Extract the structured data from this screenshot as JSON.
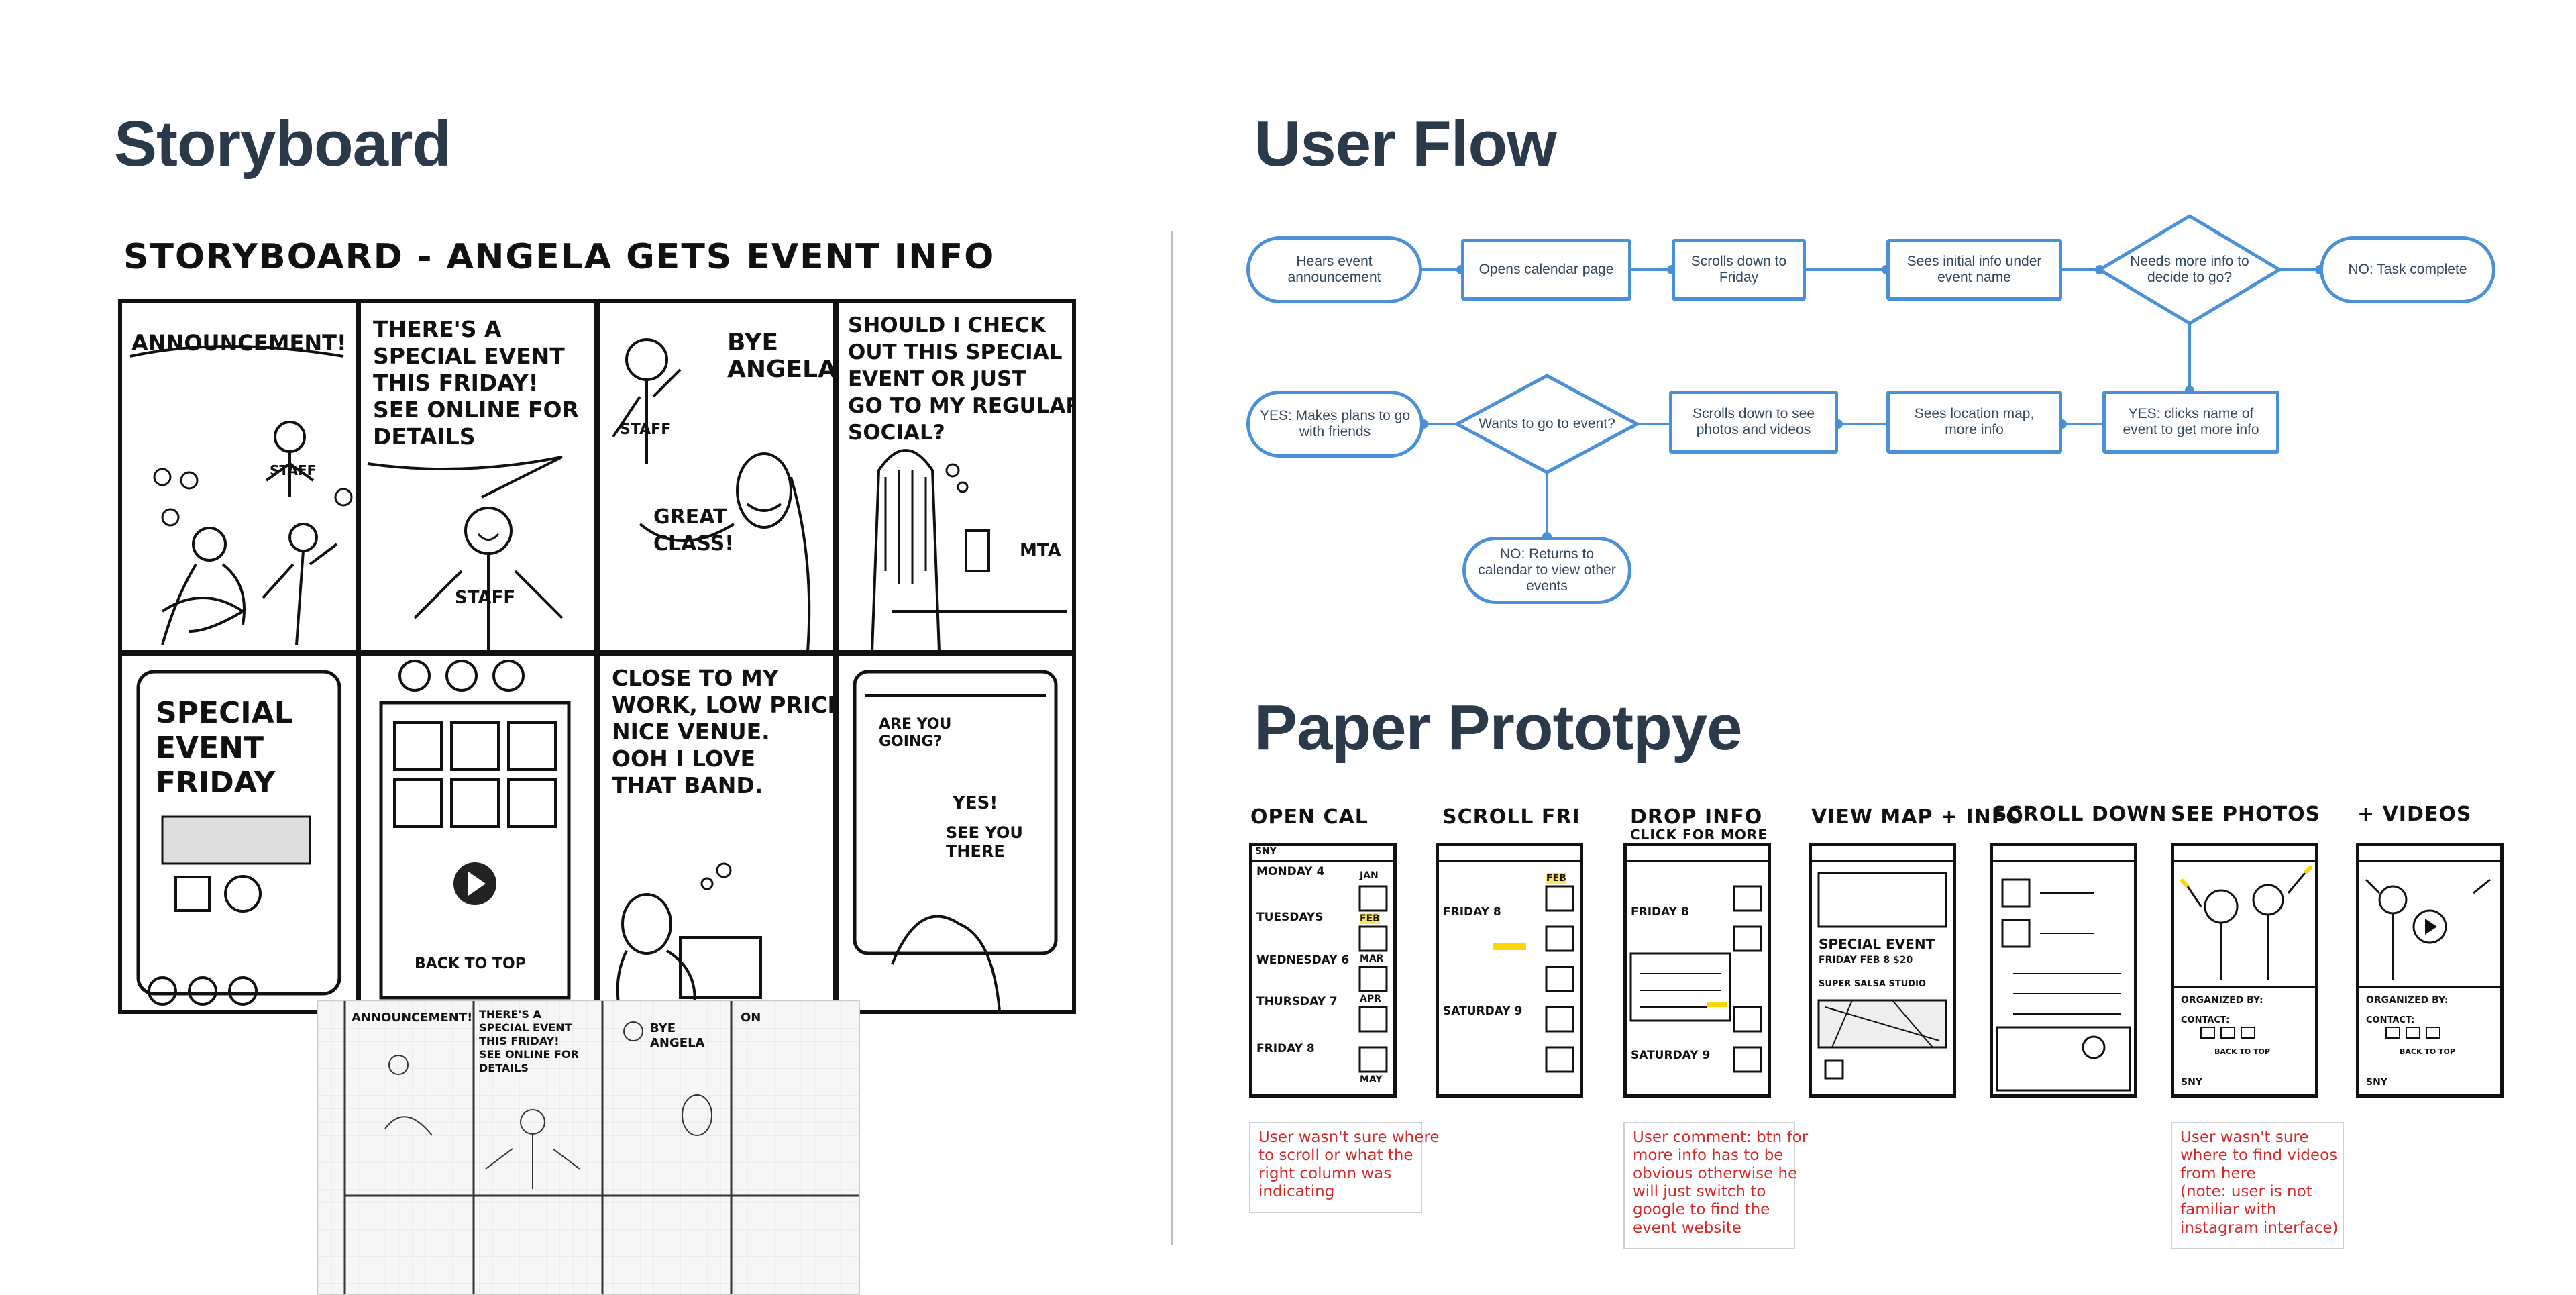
{
  "headings": {
    "storyboard": "Storyboard",
    "user_flow": "User Flow",
    "paper_prototype": "Paper Prototpye"
  },
  "storyboard": {
    "title": "STORYBOARD - ANGELA GETS EVENT INFO",
    "panels": [
      {
        "caption": "ANNOUNCEMENT!",
        "label": "STAFF"
      },
      {
        "caption": "THERE'S A\nSPECIAL EVENT\nTHIS FRIDAY!\nSEE ONLINE FOR\nDETAILS",
        "label": "STAFF"
      },
      {
        "caption": "BYE\nANGELA",
        "label": "STAFF",
        "extra": "GREAT\nCLASS!"
      },
      {
        "caption": "SHOULD I CHECK\nOUT THIS SPECIAL\nEVENT OR JUST\nGO TO MY REGULAR\nSOCIAL?",
        "label": "",
        "extra": "MTA"
      },
      {
        "caption": "SPECIAL\nEVENT\nFRIDAY",
        "label": ""
      },
      {
        "caption": "BACK TO TOP",
        "label": ""
      },
      {
        "caption": "CLOSE TO MY\nWORK, LOW PRICE\nNICE VENUE.\nOOH I LOVE\nTHAT BAND.",
        "label": ""
      },
      {
        "caption": "ARE YOU\nGOING?",
        "label": "YES!",
        "extra": "SEE YOU\nTHERE"
      }
    ],
    "photo_captions": [
      "ANNOUNCEMENT!",
      "THERE'S A\nSPECIAL EVENT\nTHIS FRIDAY!\nSEE ONLINE FOR\nDETAILS",
      "BYE\nANGELA",
      "ON"
    ]
  },
  "flow": {
    "nodes": [
      {
        "id": "n1",
        "text": "Hears event announcement"
      },
      {
        "id": "n2",
        "text": "Opens calendar page"
      },
      {
        "id": "n3",
        "text": "Scrolls down to Friday"
      },
      {
        "id": "n4",
        "text": "Sees initial info under event name"
      },
      {
        "id": "n5",
        "text": "Needs more info to decide to go?"
      },
      {
        "id": "n6",
        "text": "NO: Task complete"
      },
      {
        "id": "n7",
        "text": "YES: clicks name of event to get more info"
      },
      {
        "id": "n8",
        "text": "Sees location map, more info"
      },
      {
        "id": "n9",
        "text": "Scrolls down to see photos and videos"
      },
      {
        "id": "n10",
        "text": "Wants to go to event?"
      },
      {
        "id": "n11",
        "text": "YES: Makes plans to go with friends"
      },
      {
        "id": "n12",
        "text": "NO: Returns to calendar to view other events"
      }
    ],
    "colors": {
      "stroke": "#4a90d9",
      "text": "#33475b"
    }
  },
  "prototype": {
    "screens": [
      {
        "label": "OPEN CAL"
      },
      {
        "label": "SCROLL FRI"
      },
      {
        "label": "DROP INFO",
        "sub": "CLICK FOR MORE"
      },
      {
        "label": "VIEW MAP + INFO"
      },
      {
        "label": "SCROLL DOWN"
      },
      {
        "label": "SEE PHOTOS"
      },
      {
        "label": "+ VIDEOS"
      }
    ],
    "notes": [
      "User wasn't sure where\nto scroll or what the\nright column was\nindicating",
      "User comment: btn for\nmore info has to be\nobvious otherwise he\nwill just switch to\ngoogle to find the\nevent website",
      "User wasn't sure\nwhere to find videos\nfrom here\n(note: user is not\nfamiliar with\ninstagram interface)"
    ],
    "screen_text": {
      "cal_days": [
        "MONDAY 4",
        "TUESDAYS",
        "WEDNESDAY 6",
        "THURSDAY 7",
        "FRIDAY 8"
      ],
      "fri_days": [
        "FRIDAY 8",
        "SATURDAY 9"
      ],
      "months": [
        "JAN",
        "FEB",
        "MAR",
        "APR",
        "MAY"
      ],
      "event_title": "SPECIAL EVENT",
      "event_details": "FRIDAY FEB 8 $20",
      "event_venue": "SUPER SALSA STUDIO",
      "organized_by": "ORGANIZED BY:",
      "contact": "CONTACT:",
      "back_to_top": "BACK TO TOP",
      "brand": "SNY"
    }
  }
}
